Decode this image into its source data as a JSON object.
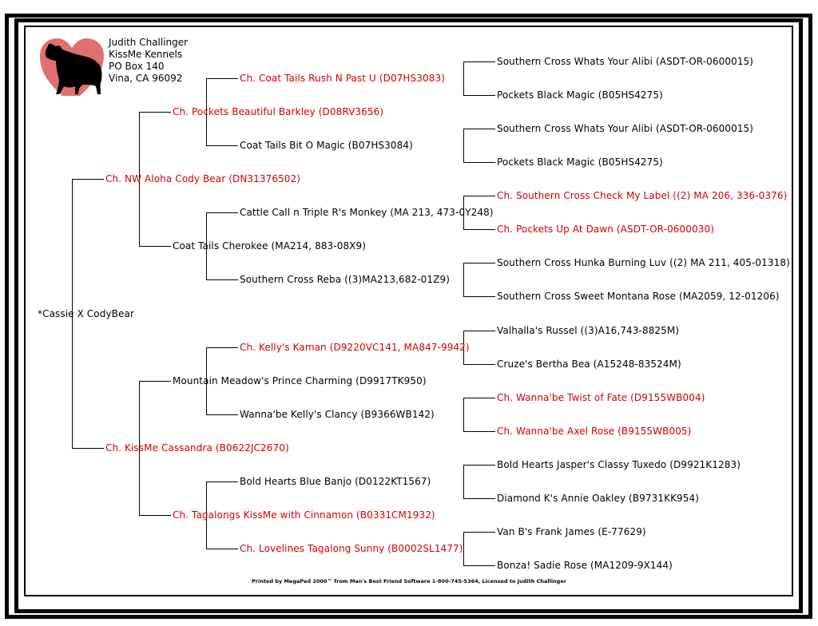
{
  "owner": {
    "name": "Judith Challinger",
    "kennel": "KissMe Kennels",
    "address": "PO Box 140",
    "city": "Vina, CA 96092"
  },
  "logo": {
    "icon": "heart-dog-logo-icon",
    "heart_color": "#e07070",
    "dog_color": "#000000"
  },
  "title_color": "#d40000",
  "pedigree": {
    "subject": "*Cassie X CodyBear",
    "sire": "Ch. NW Aloha Cody Bear (DN31376502)",
    "dam": "Ch. KissMe Cassandra (B0622JC2670)",
    "gen2": [
      "Ch. Pockets Beautiful Barkley (D08RV3656)",
      "Coat Tails Cherokee (MA214, 883-08X9)",
      "Mountain Meadow's Prince Charming (D9917TK950)",
      "Ch. Tagalongs KissMe with Cinnamon (B0331CM1932)"
    ],
    "gen3": [
      "Ch. Coat Tails Rush N Past U (D07HS3083)",
      "Coat Tails Bit O Magic (B07HS3084)",
      "Cattle Call n Triple R's Monkey (MA 213, 473-0Y248)",
      "Southern Cross Reba ((3)MA213,682-01Z9)",
      "Ch. Kelly's Kaman (D9220VC141, MA847-9942)",
      "Wanna'be Kelly's Clancy (B9366WB142)",
      "Bold Hearts Blue Banjo (D0122KT1567)",
      "Ch. Lovelines Tagalong Sunny (B0002SL1477)"
    ],
    "gen4": [
      "Southern Cross Whats Your Alibi (ASDT-OR-0600015)",
      "Pockets Black Magic (B05HS4275)",
      "Southern Cross Whats Your Alibi (ASDT-OR-0600015)",
      "Pockets Black Magic (B05HS4275)",
      "Ch. Southern Cross Check My Label ((2) MA 206, 336-0376)",
      "Ch. Pockets Up At Dawn (ASDT-OR-0600030)",
      "Southern Cross Hunka Burning Luv ((2) MA 211, 405-01318)",
      "Southern Cross Sweet Montana Rose (MA2059, 12-01206)",
      "Valhalla's Russel ((3)A16,743-8825M)",
      "Cruze's Bertha Bea (A15248-83524M)",
      "Ch. Wanna'be Twist of Fate (D9155WB004)",
      "Ch. Wanna'be Axel Rose (B9155WB005)",
      "Bold Hearts Jasper's Classy Tuxedo (D9921K1283)",
      "Diamond K's Annie Oakley (B9731KK954)",
      "Van B's Frank James (E-77629)",
      "Bonza! Sadie Rose (MA1209-9X144)"
    ]
  },
  "footer": "Printed by MegaPed 2000™ from Man's Best Friend Software 1-800-745-5364, Licensed to Judith Challinger"
}
